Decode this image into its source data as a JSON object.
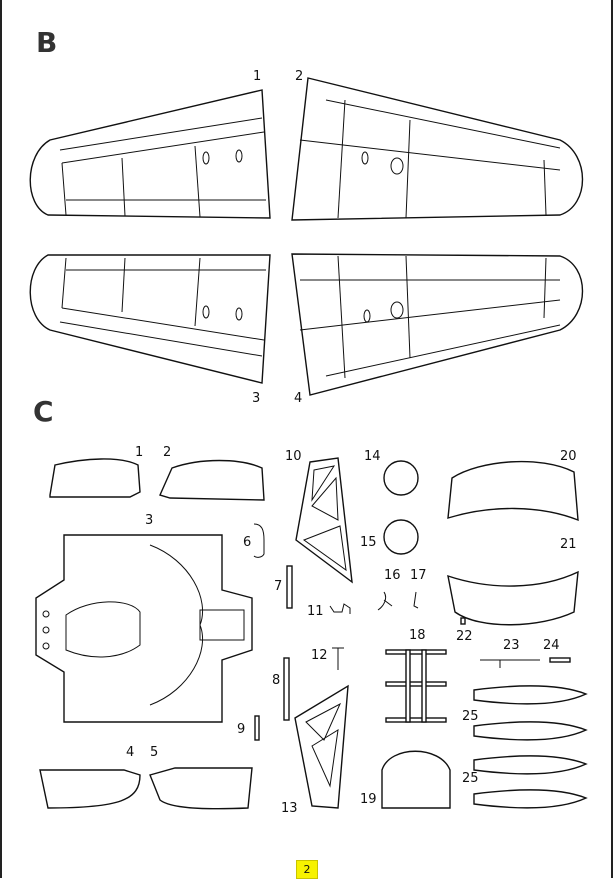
{
  "sections": {
    "b": "B",
    "c": "C"
  },
  "page_number": "2",
  "labels_b": [
    "1",
    "2",
    "3",
    "4"
  ],
  "labels_c": [
    "1",
    "2",
    "3",
    "4",
    "5",
    "6",
    "7",
    "8",
    "9",
    "10",
    "11",
    "12",
    "13",
    "14",
    "15",
    "16",
    "17",
    "18",
    "19",
    "20",
    "21",
    "22",
    "23",
    "24",
    "25",
    "25"
  ]
}
